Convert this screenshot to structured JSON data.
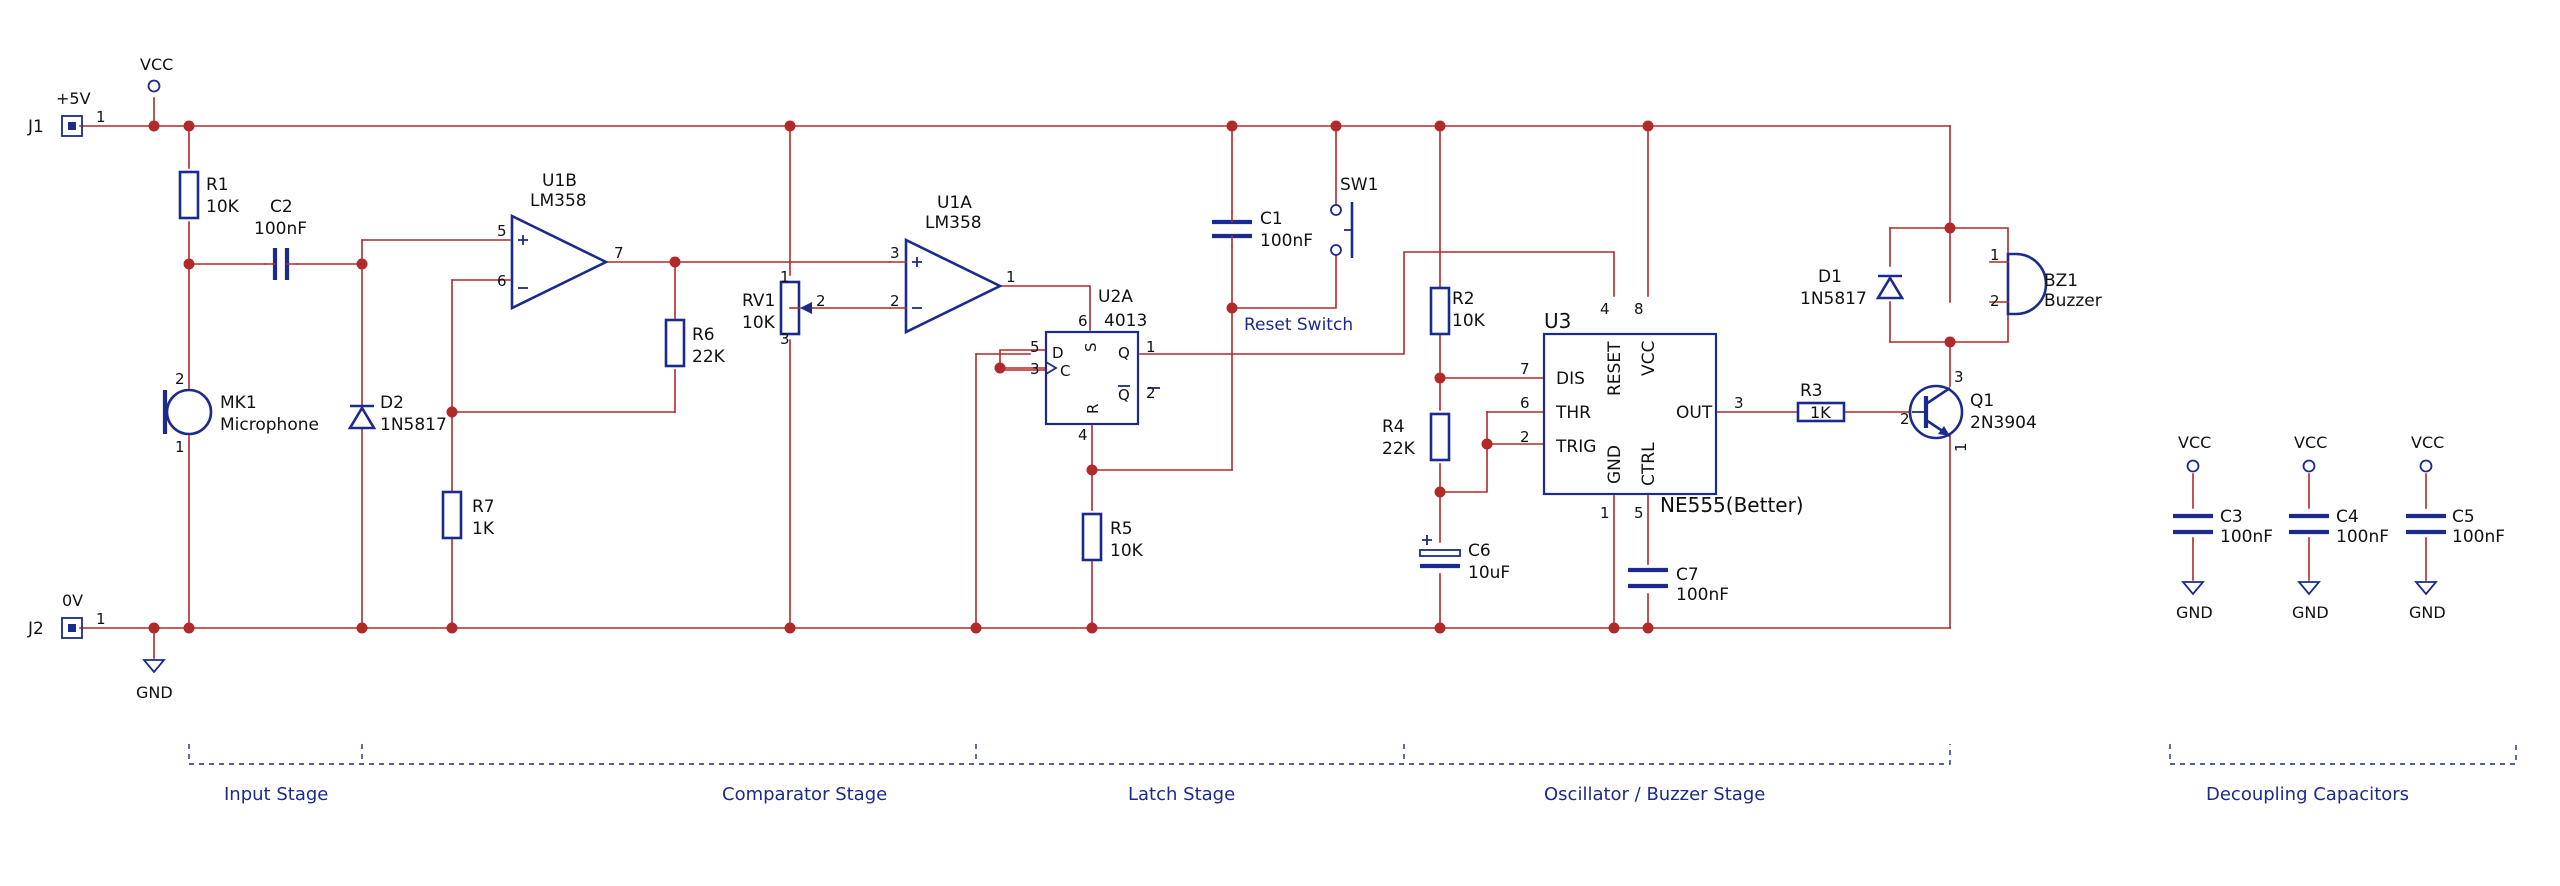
{
  "nets": {
    "vcc": "VCC",
    "gnd": "GND",
    "plus5": "+5V",
    "zero": "0V"
  },
  "connectors": {
    "j1": {
      "ref": "J1",
      "pin": "1"
    },
    "j2": {
      "ref": "J2",
      "pin": "1"
    }
  },
  "components": {
    "r1": {
      "ref": "R1",
      "value": "10K"
    },
    "c2": {
      "ref": "C2",
      "value": "100nF"
    },
    "mk1": {
      "ref": "MK1",
      "value": "Microphone",
      "pin_a": "2",
      "pin_b": "1"
    },
    "d2": {
      "ref": "D2",
      "value": "1N5817"
    },
    "u1b": {
      "ref": "U1B",
      "value": "LM358",
      "pin_plus": "5",
      "pin_minus": "6",
      "pin_out": "7"
    },
    "r7": {
      "ref": "R7",
      "value": "1K"
    },
    "r6": {
      "ref": "R6",
      "value": "22K"
    },
    "rv1": {
      "ref": "RV1",
      "value": "10K",
      "pin1": "1",
      "pin2": "2",
      "pin3": "3"
    },
    "u1a": {
      "ref": "U1A",
      "value": "LM358",
      "pin_plus": "3",
      "pin_minus": "2",
      "pin_out": "1"
    },
    "u2a": {
      "ref": "U2A",
      "value": "4013",
      "pin_d": "5",
      "pin_c": "3",
      "pin_s": "6",
      "pin_r": "4",
      "pin_q": "1",
      "pin_qn": "2",
      "label_d": "D",
      "label_s": "S",
      "label_q": "Q",
      "label_c": "C",
      "label_r": "R",
      "label_qn": "Q"
    },
    "r5": {
      "ref": "R5",
      "value": "10K"
    },
    "c1": {
      "ref": "C1",
      "value": "100nF"
    },
    "sw1": {
      "ref": "SW1",
      "label": "Reset Switch"
    },
    "r2": {
      "ref": "R2",
      "value": "10K"
    },
    "r4": {
      "ref": "R4",
      "value": "22K"
    },
    "c6": {
      "ref": "C6",
      "value": "10uF"
    },
    "u3": {
      "ref": "U3",
      "value": "NE555(Better)",
      "pins": {
        "dis": "DIS",
        "thr": "THR",
        "trig": "TRIG",
        "reset": "RESET",
        "vcc": "VCC",
        "out": "OUT",
        "gnd": "GND",
        "ctrl": "CTRL"
      },
      "pin_numbers": {
        "dis": "7",
        "thr": "6",
        "trig": "2",
        "reset": "4",
        "vcc": "8",
        "out": "3",
        "gnd": "1",
        "ctrl": "5"
      }
    },
    "c7": {
      "ref": "C7",
      "value": "100nF"
    },
    "r3": {
      "ref": "R3",
      "value": "1K"
    },
    "q1": {
      "ref": "Q1",
      "value": "2N3904",
      "pin_b": "2",
      "pin_c": "3",
      "pin_e": "1"
    },
    "d1": {
      "ref": "D1",
      "value": "1N5817"
    },
    "bz1": {
      "ref": "BZ1",
      "value": "Buzzer",
      "pin1": "1",
      "pin2": "2"
    },
    "c3": {
      "ref": "C3",
      "value": "100nF"
    },
    "c4": {
      "ref": "C4",
      "value": "100nF"
    },
    "c5": {
      "ref": "C5",
      "value": "100nF"
    }
  },
  "stages": [
    "Input Stage",
    "Comparator Stage",
    "Latch Stage",
    "Oscillator / Buzzer Stage",
    "Decoupling Capacitors"
  ]
}
